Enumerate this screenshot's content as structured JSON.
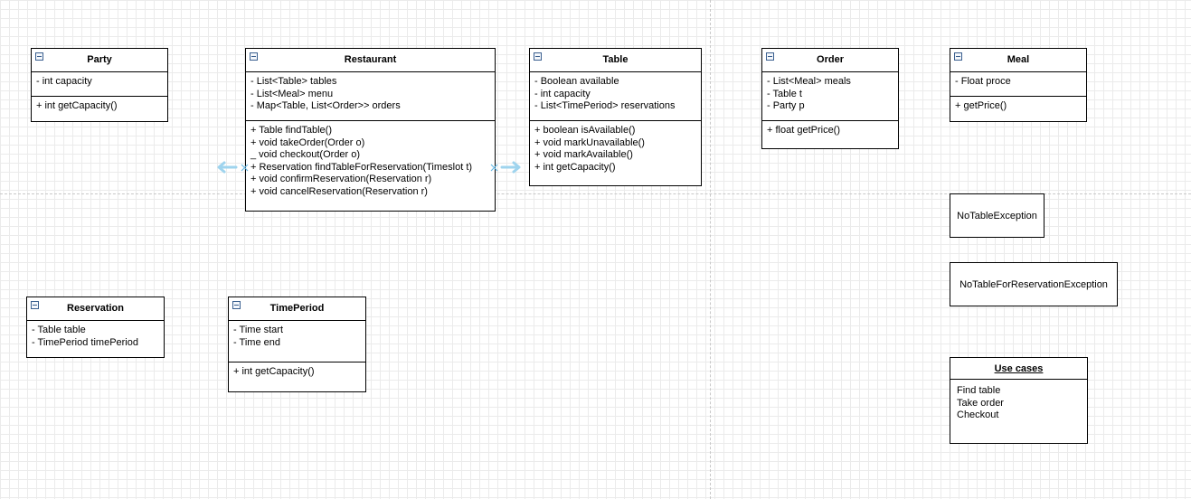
{
  "colors": {
    "grid": "#ebebeb",
    "guide": "#c8c8c8",
    "connection_hint": "#9fd4ee",
    "border": "#000000"
  },
  "classes": {
    "party": {
      "name": "Party",
      "attributes": [
        "- int capacity"
      ],
      "methods": [
        "+ int getCapacity()"
      ]
    },
    "restaurant": {
      "name": "Restaurant",
      "attributes": [
        "- List<Table> tables",
        "- List<Meal> menu",
        "- Map<Table, List<Order>> orders"
      ],
      "methods": [
        "+ Table findTable()",
        "+ void takeOrder(Order o)",
        "_ void checkout(Order o)",
        "+ Reservation findTableForReservation(Timeslot t)",
        "+ void confirmReservation(Reservation r)",
        "+ void cancelReservation(Reservation r)"
      ]
    },
    "table": {
      "name": "Table",
      "attributes": [
        "- Boolean available",
        "- int capacity",
        "- List<TimePeriod> reservations"
      ],
      "methods": [
        "+ boolean isAvailable()",
        "+ void markUnavailable()",
        "+ void markAvailable()",
        "+ int getCapacity()"
      ]
    },
    "order": {
      "name": "Order",
      "attributes": [
        "- List<Meal> meals",
        "- Table t",
        "- Party p"
      ],
      "methods": [
        "+ float getPrice()"
      ]
    },
    "meal": {
      "name": "Meal",
      "attributes": [
        "- Float proce"
      ],
      "methods": [
        "+ getPrice()"
      ]
    },
    "reservation": {
      "name": "Reservation",
      "attributes": [
        "- Table table",
        "- TimePeriod timePeriod"
      ]
    },
    "timeperiod": {
      "name": "TimePeriod",
      "attributes": [
        "- Time start",
        "- Time end"
      ],
      "methods": [
        "+ int getCapacity()"
      ]
    }
  },
  "exceptions": {
    "no_table": "NoTableException",
    "no_table_for_reservation": "NoTableForReservationException"
  },
  "use_cases": {
    "title": "Use cases",
    "items": [
      "Find table",
      "Take order",
      "Checkout"
    ]
  }
}
